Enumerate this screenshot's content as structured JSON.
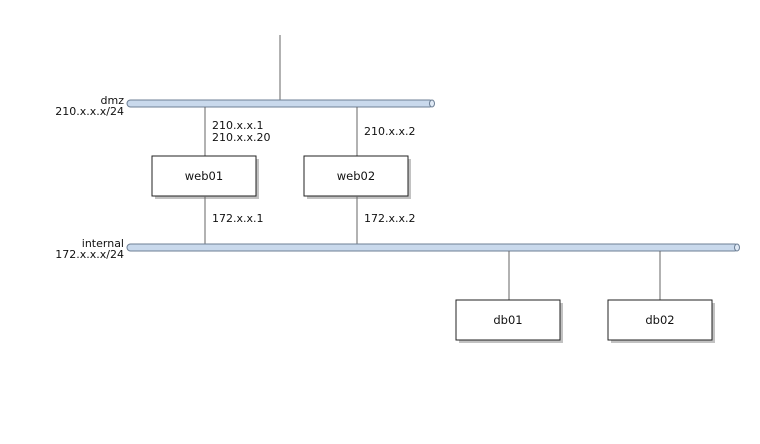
{
  "networks": {
    "dmz": {
      "name": "dmz",
      "cidr": "210.x.x.x/24"
    },
    "internal": {
      "name": "internal",
      "cidr": "172.x.x.x/24"
    }
  },
  "nodes": {
    "web01": {
      "label": "web01",
      "dmz_ip_1": "210.x.x.1",
      "dmz_ip_2": "210.x.x.20",
      "internal_ip": "172.x.x.1"
    },
    "web02": {
      "label": "web02",
      "dmz_ip": "210.x.x.2",
      "internal_ip": "172.x.x.2"
    },
    "db01": {
      "label": "db01"
    },
    "db02": {
      "label": "db02"
    }
  },
  "colors": {
    "bus_fill": "#c9d9ec",
    "bus_stroke": "#6d7f95",
    "line": "#666666",
    "node_shadow": "#9a9a9a"
  }
}
